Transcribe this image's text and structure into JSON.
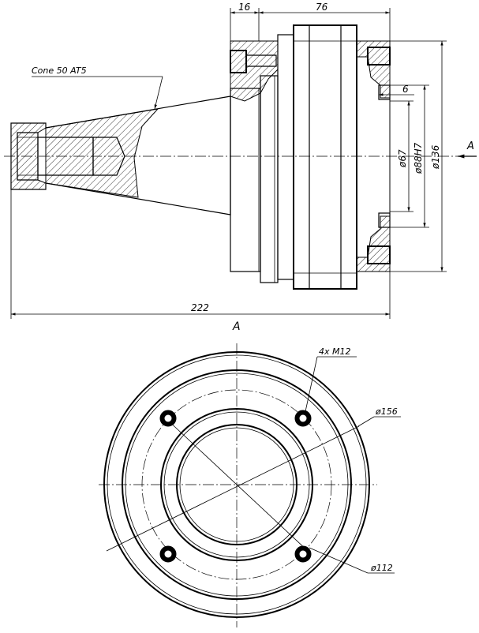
{
  "side_view": {
    "cone_label": "Cone 50 AT5",
    "dim_16": "16",
    "dim_76": "76",
    "dim_6": "6",
    "dim_67": "ø67",
    "dim_88h7": "ø88H7",
    "dim_136": "ø136",
    "dim_222": "222",
    "view_arrow_label": "A"
  },
  "front_view": {
    "title": "A",
    "thread_label": "4x  M12",
    "dim_156": "ø156",
    "dim_112": "ø112"
  }
}
